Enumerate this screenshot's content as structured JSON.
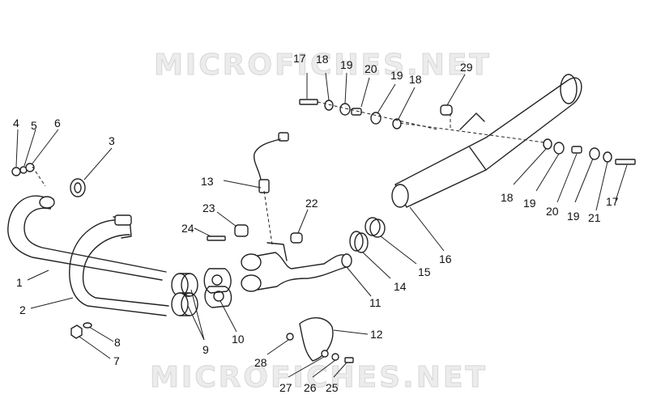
{
  "watermark": {
    "text": "MICROFICHES.NET"
  },
  "callouts": [
    {
      "id": "c1",
      "label": "1"
    },
    {
      "id": "c2",
      "label": "2"
    },
    {
      "id": "c3",
      "label": "3"
    },
    {
      "id": "c4",
      "label": "4"
    },
    {
      "id": "c5",
      "label": "5"
    },
    {
      "id": "c6",
      "label": "6"
    },
    {
      "id": "c7",
      "label": "7"
    },
    {
      "id": "c8",
      "label": "8"
    },
    {
      "id": "c9",
      "label": "9"
    },
    {
      "id": "c10",
      "label": "10"
    },
    {
      "id": "c11",
      "label": "11"
    },
    {
      "id": "c12",
      "label": "12"
    },
    {
      "id": "c13",
      "label": "13"
    },
    {
      "id": "c14",
      "label": "14"
    },
    {
      "id": "c15",
      "label": "15"
    },
    {
      "id": "c16",
      "label": "16"
    },
    {
      "id": "c17a",
      "label": "17"
    },
    {
      "id": "c17b",
      "label": "17"
    },
    {
      "id": "c18a",
      "label": "18"
    },
    {
      "id": "c18b",
      "label": "18"
    },
    {
      "id": "c18c",
      "label": "18"
    },
    {
      "id": "c19a",
      "label": "19"
    },
    {
      "id": "c19b",
      "label": "19"
    },
    {
      "id": "c19c",
      "label": "19"
    },
    {
      "id": "c19d",
      "label": "19"
    },
    {
      "id": "c20a",
      "label": "20"
    },
    {
      "id": "c20b",
      "label": "20"
    },
    {
      "id": "c21",
      "label": "21"
    },
    {
      "id": "c22",
      "label": "22"
    },
    {
      "id": "c23",
      "label": "23"
    },
    {
      "id": "c24",
      "label": "24"
    },
    {
      "id": "c25",
      "label": "25"
    },
    {
      "id": "c26",
      "label": "26"
    },
    {
      "id": "c27",
      "label": "27"
    },
    {
      "id": "c28",
      "label": "28"
    },
    {
      "id": "c29",
      "label": "29"
    }
  ]
}
